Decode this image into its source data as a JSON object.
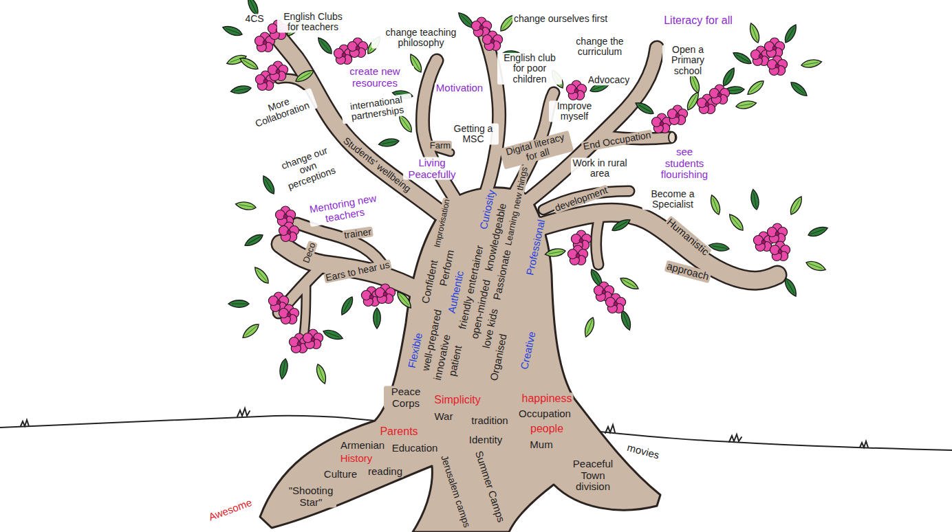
{
  "diagram": {
    "labels": [
      "4CS",
      "English Clubs for teachers",
      "change teaching philosophy",
      "create new resources",
      "More Collaboration",
      "international partnerships",
      "Motivation",
      "change ourselves first",
      "change the curriculum",
      "Literacy for all",
      "Open a Primary school",
      "English club for poor children",
      "Advocacy",
      "Improve myself",
      "Getting a MSC",
      "Farm",
      "Digital literacy for all",
      "End Occupation",
      "see students flourishing",
      "change our own perceptions",
      "Students' wellbeing",
      "Living Peacefully",
      "Work in rural area",
      "Become a Specialist",
      "Mentoring new teachers",
      "trainer",
      "Deco",
      "Curiosity",
      "Learning new things",
      "Professional",
      "development",
      "Humanistic",
      "approach",
      "Improvisation",
      "Ears to hear us",
      "Confident",
      "Perform",
      "Authentic",
      "knowledgeable",
      "friendly entertainer",
      "Passionate",
      "Flexible",
      "well-prepared",
      "innovative",
      "patient",
      "open-minded",
      "love kids",
      "Organised",
      "Creative",
      "Peace Corps",
      "Simplicity",
      "War",
      "happiness",
      "tradition",
      "Occupation",
      "Parents",
      "people",
      "Identity",
      "Armenian",
      "History",
      "Education",
      "Mum",
      "movies",
      "Culture",
      "reading",
      "Summer Camps",
      "Peaceful Town division",
      "\"Shooting Star\"",
      "Awesome",
      "Jerusalem camps"
    ]
  }
}
